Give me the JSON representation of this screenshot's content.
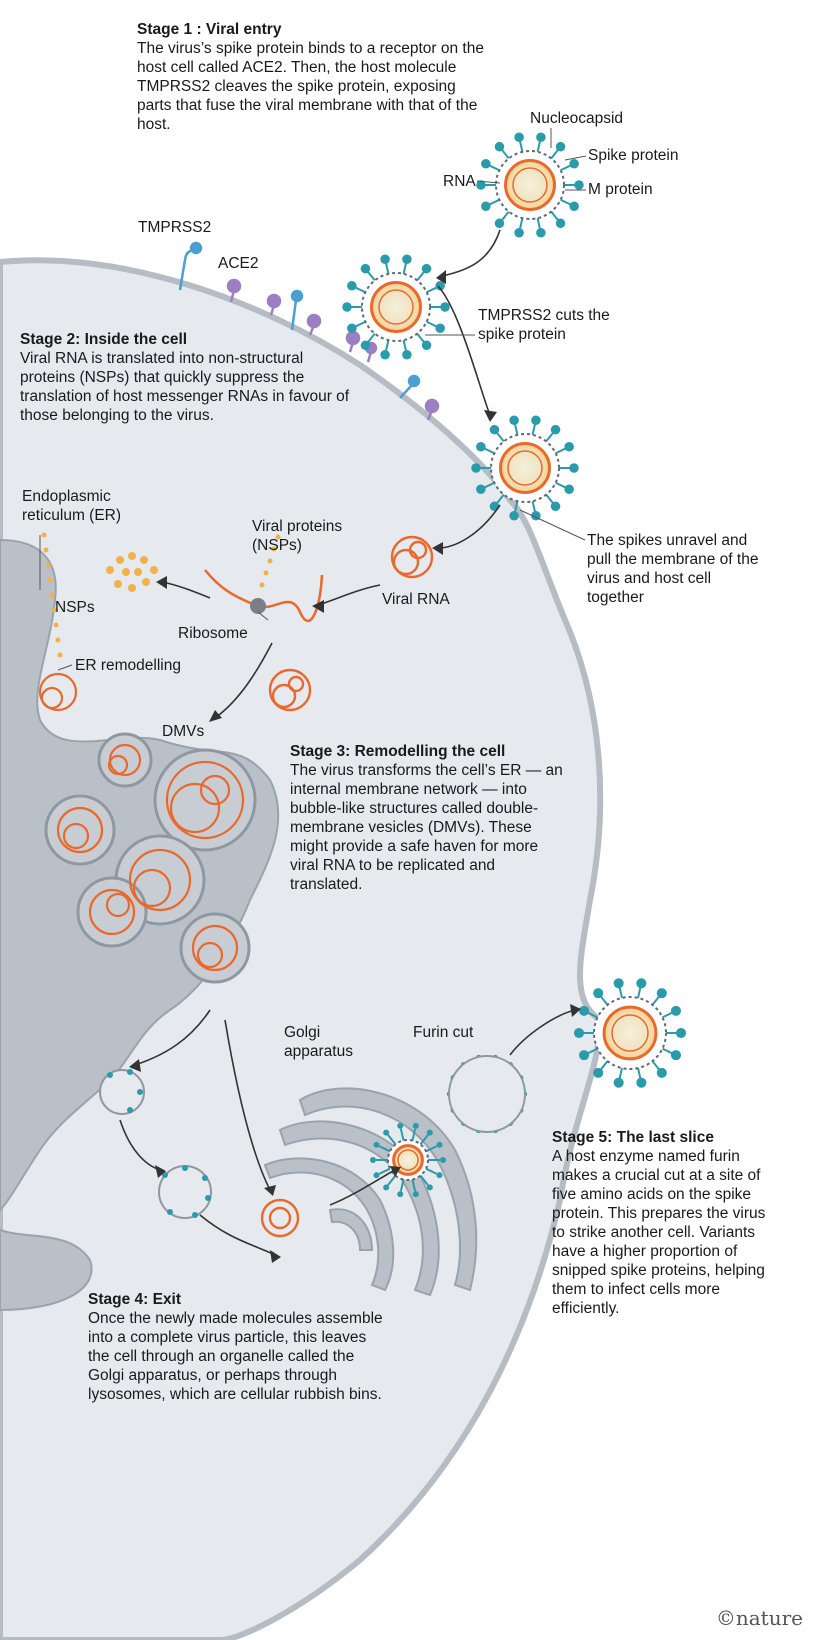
{
  "stage1": {
    "heading": "Stage 1 : Viral entry",
    "body": "The virus’s spike protein binds to a receptor on the host cell called ACE2. Then, the host molecule TMPRSS2 cleaves the spike protein, exposing parts that fuse the viral membrane with that of the host."
  },
  "stage2": {
    "heading": "Stage 2: Inside the cell",
    "body": "Viral RNA is translated into non-structural proteins (NSPs) that quickly suppress the translation of host messenger RNAs in favour of those belonging to the virus."
  },
  "stage3": {
    "heading": "Stage 3: Remodelling the cell",
    "body": "The virus transforms the cell’s ER — an internal membrane network — into bubble-like structures called double-membrane vesicles (DMVs). These might provide a safe haven for more viral RNA to be replicated and translated."
  },
  "stage4": {
    "heading": "Stage 4: Exit",
    "body": "Once the newly made molecules assemble into a complete virus particle, this leaves the cell through an organelle called the Golgi apparatus, or perhaps through lysosomes, which are cellular rubbish bins."
  },
  "stage5": {
    "heading": "Stage 5: The last slice",
    "body": "A host enzyme named furin makes a crucial cut at a site of five amino acids on the spike protein. This prepares the virus to strike another cell. Variants have a higher proportion of snipped spike proteins, helping them to infect cells more efficiently."
  },
  "labels": {
    "nucleocapsid": "Nucleocapsid",
    "spike_protein": "Spike protein",
    "rna": "RNA",
    "m_protein": "M protein",
    "tmprss2": "TMPRSS2",
    "ace2": "ACE2",
    "tmprss2_cuts": "TMPRSS2 cuts the spike protein",
    "spikes_unravel": "The spikes unravel and pull the membrane of the virus and host cell together",
    "er": "Endoplasmic reticulum (ER)",
    "viral_proteins": "Viral proteins (NSPs)",
    "nsps": "NSPs",
    "viral_rna": "Viral RNA",
    "ribosome": "Ribosome",
    "er_remodelling": "ER remodelling",
    "dmvs": "DMVs",
    "golgi": "Golgi apparatus",
    "furin_cut": "Furin cut"
  },
  "credit": "©nature",
  "colors": {
    "cell_fill": "#e6e9ed",
    "cell_edge": "#b5bcc4",
    "er_fill": "#b9c0c8",
    "rna_orange": "#e8692d",
    "spike_teal": "#2a9bab",
    "ace2_purple": "#9b7fc2",
    "tmprss2_blue": "#4b9fd1",
    "nsp_yellow": "#f2b14a"
  }
}
